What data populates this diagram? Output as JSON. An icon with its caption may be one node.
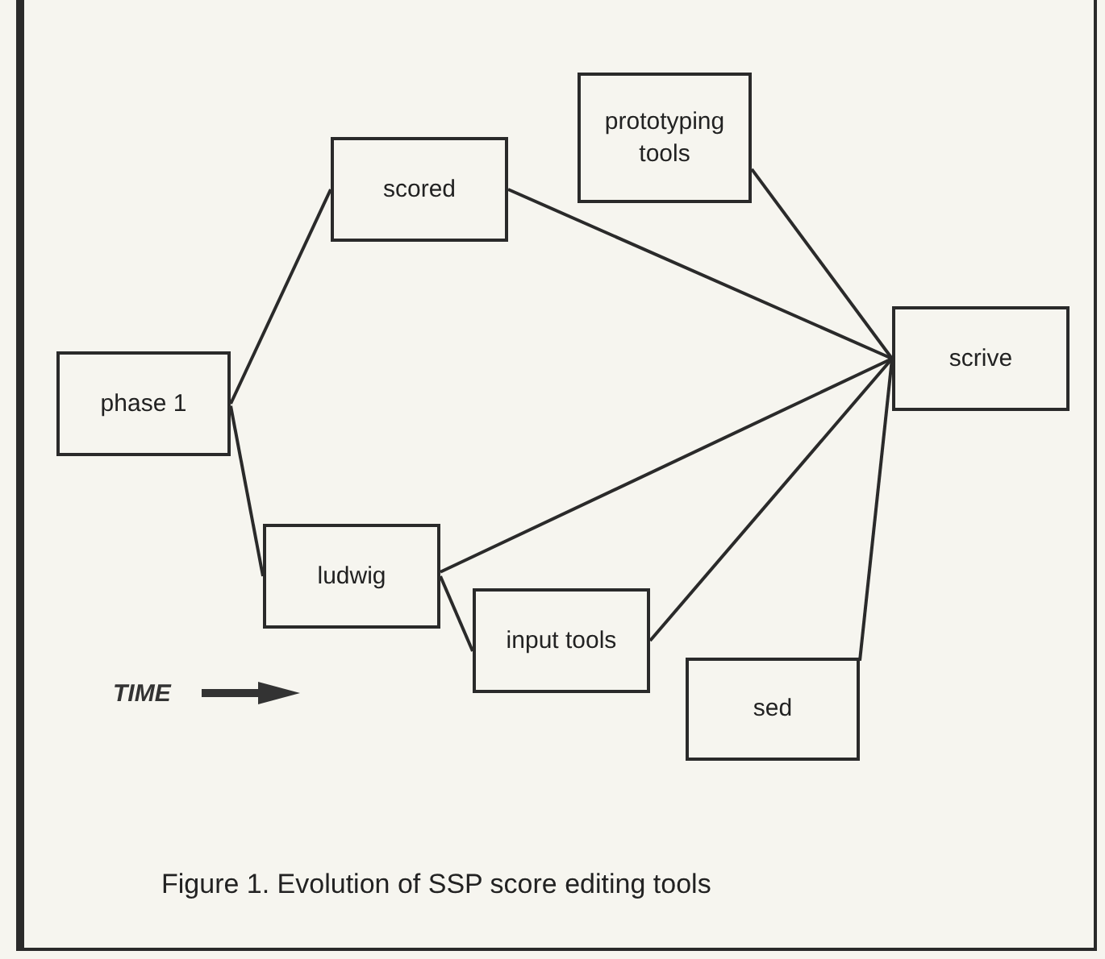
{
  "diagram": {
    "caption": "Figure 1. Evolution of SSP score editing tools",
    "nodes": [
      {
        "text": [
          "phase 1"
        ]
      },
      {
        "text": [
          "scored"
        ]
      },
      {
        "text": [
          "prototyping tools"
        ]
      },
      {
        "text": [
          "scrive"
        ]
      },
      {
        "text": [
          "ludwig"
        ]
      },
      {
        "text": [
          "input tools"
        ]
      },
      {
        "text": [
          "sed"
        ]
      }
    ],
    "edges": [
      {
        "from": 0,
        "to": 1,
        "arrow": "none"
      },
      {
        "from": 0,
        "to": 4,
        "arrow": "none"
      },
      {
        "from": 1,
        "to": 3,
        "arrow": "none"
      },
      {
        "from": 2,
        "to": 3,
        "arrow": "none"
      },
      {
        "from": 4,
        "to": 3,
        "arrow": "none"
      },
      {
        "from": 4,
        "to": 5,
        "arrow": "none"
      },
      {
        "from": 5,
        "to": 3,
        "arrow": "none"
      },
      {
        "from": 6,
        "to": 3,
        "arrow": "none"
      }
    ],
    "labels": [
      "TIME"
    ]
  }
}
